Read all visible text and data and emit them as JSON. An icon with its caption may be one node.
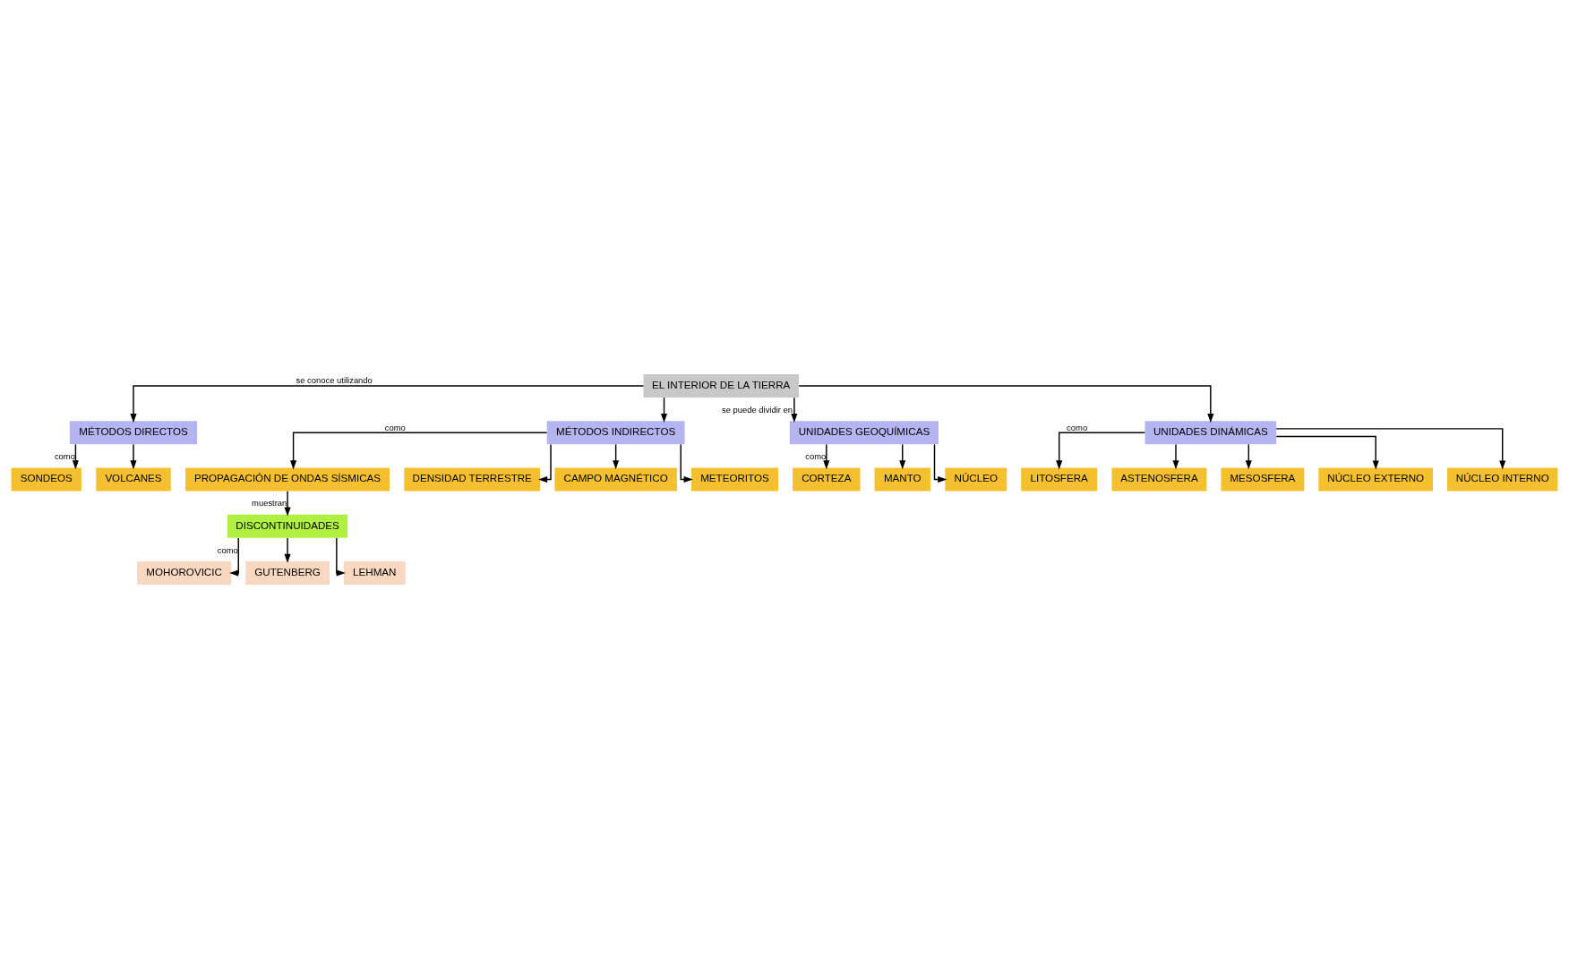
{
  "diagram": {
    "nodes": [
      {
        "text": [
          "EL INTERIOR DE LA TIERRA"
        ]
      },
      {
        "text": [
          "MÉTODOS DIRECTOS"
        ]
      },
      {
        "text": [
          "MÉTODOS INDIRECTOS"
        ]
      },
      {
        "text": [
          "UNIDADES GEOQUÍMICAS"
        ]
      },
      {
        "text": [
          "UNIDADES DINÁMICAS"
        ]
      },
      {
        "text": [
          "SONDEOS"
        ]
      },
      {
        "text": [
          "VOLCANES"
        ]
      },
      {
        "text": [
          "PROPAGACIÓN DE ONDAS SÍSMICAS"
        ]
      },
      {
        "text": [
          "DENSIDAD TERRESTRE"
        ]
      },
      {
        "text": [
          "CAMPO MAGNÉTICO"
        ]
      },
      {
        "text": [
          "METEORITOS"
        ]
      },
      {
        "text": [
          "CORTEZA"
        ]
      },
      {
        "text": [
          "MANTO"
        ]
      },
      {
        "text": [
          "NÚCLEO"
        ]
      },
      {
        "text": [
          "LITOSFERA"
        ]
      },
      {
        "text": [
          "ASTENOSFERA"
        ]
      },
      {
        "text": [
          "MESOSFERA"
        ]
      },
      {
        "text": [
          "NÚCLEO EXTERNO"
        ]
      },
      {
        "text": [
          "NÚCLEO INTERNO"
        ]
      },
      {
        "text": [
          "DISCONTINUIDADES"
        ]
      },
      {
        "text": [
          "MOHOROVICIC"
        ]
      },
      {
        "text": [
          "GUTENBERG"
        ]
      },
      {
        "text": [
          "LEHMAN"
        ]
      }
    ],
    "edges": [
      {
        "from": 0,
        "to": 1,
        "arrow": "to",
        "label": "se conoce utilizando"
      },
      {
        "from": 0,
        "to": 2,
        "arrow": "to"
      },
      {
        "from": 0,
        "to": 3,
        "arrow": "to",
        "label": "se puede dividir en"
      },
      {
        "from": 0,
        "to": 4,
        "arrow": "to"
      },
      {
        "from": 1,
        "to": 5,
        "arrow": "to",
        "label": "como"
      },
      {
        "from": 1,
        "to": 6,
        "arrow": "to"
      },
      {
        "from": 2,
        "to": 7,
        "arrow": "to",
        "label": "como"
      },
      {
        "from": 2,
        "to": 8,
        "arrow": "to"
      },
      {
        "from": 2,
        "to": 9,
        "arrow": "to"
      },
      {
        "from": 2,
        "to": 10,
        "arrow": "to"
      },
      {
        "from": 3,
        "to": 11,
        "arrow": "to",
        "label": "como"
      },
      {
        "from": 3,
        "to": 12,
        "arrow": "to"
      },
      {
        "from": 3,
        "to": 13,
        "arrow": "to"
      },
      {
        "from": 4,
        "to": 14,
        "arrow": "to",
        "label": "como"
      },
      {
        "from": 4,
        "to": 15,
        "arrow": "to"
      },
      {
        "from": 4,
        "to": 16,
        "arrow": "to"
      },
      {
        "from": 4,
        "to": 17,
        "arrow": "to"
      },
      {
        "from": 4,
        "to": 18,
        "arrow": "to"
      },
      {
        "from": 7,
        "to": 19,
        "arrow": "to",
        "label": "muestran"
      },
      {
        "from": 19,
        "to": 20,
        "arrow": "to",
        "label": "como"
      },
      {
        "from": 19,
        "to": 21,
        "arrow": "to"
      },
      {
        "from": 19,
        "to": 22,
        "arrow": "to"
      }
    ]
  }
}
